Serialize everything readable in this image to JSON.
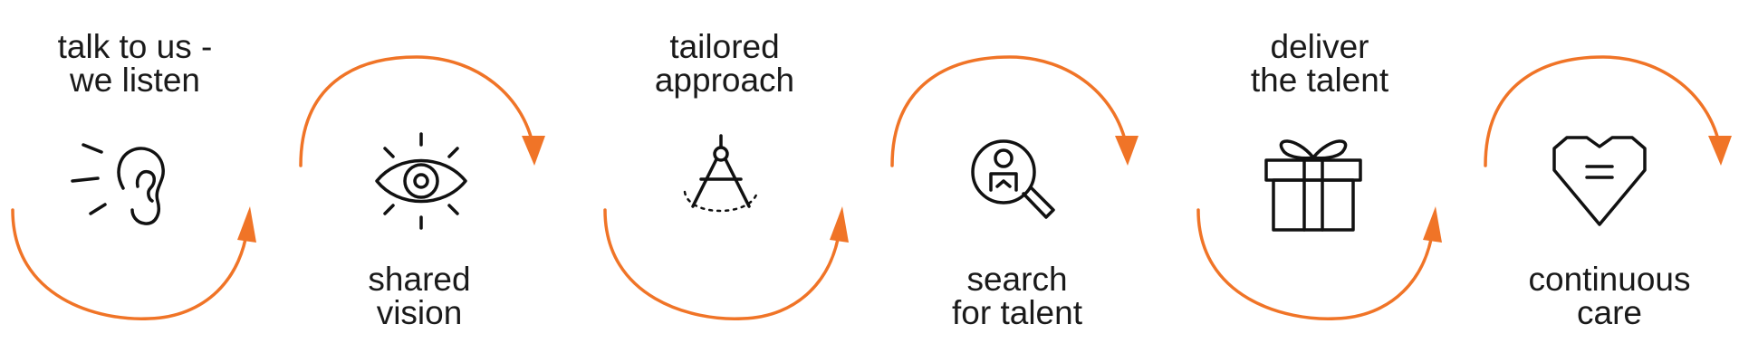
{
  "accent_color": "#f07427",
  "steps": [
    {
      "label": "talk to us -\nwe listen",
      "icon": "ear-icon"
    },
    {
      "label": "shared\nvision",
      "icon": "eye-icon"
    },
    {
      "label": "tailored\napproach",
      "icon": "compass-icon"
    },
    {
      "label": "search\nfor talent",
      "icon": "search-person-icon"
    },
    {
      "label": "deliver\nthe talent",
      "icon": "gift-icon"
    },
    {
      "label": "continuous\ncare",
      "icon": "heart-icon"
    }
  ]
}
